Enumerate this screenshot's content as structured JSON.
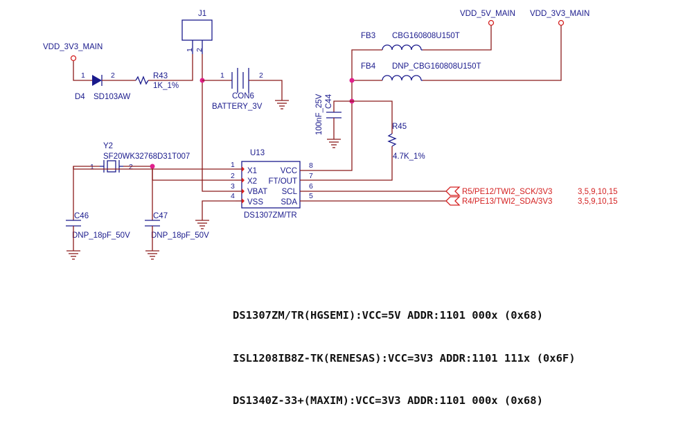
{
  "power": {
    "vdd3v3_left": "VDD_3V3_MAIN",
    "vdd5v": "VDD_5V_MAIN",
    "vdd3v3_right": "VDD_3V3_MAIN"
  },
  "d4": {
    "ref": "D4",
    "value": "SD103AW",
    "pin1": "1",
    "pin2": "2"
  },
  "r43": {
    "ref": "R43",
    "value": "1K_1%"
  },
  "j1": {
    "ref": "J1",
    "pin1": "1",
    "pin2": "2"
  },
  "con6": {
    "ref": "CON6",
    "value": "BATTERY_3V",
    "pin1": "1",
    "pin2": "2"
  },
  "fb3": {
    "ref": "FB3",
    "value": "CBG160808U150T"
  },
  "fb4": {
    "ref": "FB4",
    "value": "DNP_CBG160808U150T"
  },
  "c44": {
    "ref": "C44",
    "value": "100nF_25V"
  },
  "r45": {
    "ref": "R45",
    "value": "4.7K_1%"
  },
  "y2": {
    "ref": "Y2",
    "value": "SF20WK32768D31T007",
    "pin1": "1",
    "pin2": "2"
  },
  "u13": {
    "ref": "U13",
    "value": "DS1307ZM/TR",
    "left_pins": [
      {
        "num": "1",
        "name": "X1"
      },
      {
        "num": "2",
        "name": "X2"
      },
      {
        "num": "3",
        "name": "VBAT"
      },
      {
        "num": "4",
        "name": "VSS"
      }
    ],
    "right_pins": [
      {
        "num": "8",
        "name": "VCC"
      },
      {
        "num": "7",
        "name": "FT/OUT"
      },
      {
        "num": "6",
        "name": "SCL"
      },
      {
        "num": "5",
        "name": "SDA"
      }
    ]
  },
  "c46": {
    "ref": "C46",
    "value": "DNP_18pF_50V"
  },
  "c47": {
    "ref": "C47",
    "value": "DNP_18pF_50V"
  },
  "offpage": {
    "scl": "R5/PE12/TWI2_SCK/3V3",
    "scl_pages": "3,5,9,10,15",
    "sda": "R4/PE13/TWI2_SDA/3V3",
    "sda_pages": "3,5,9,10,15"
  },
  "notes": [
    "DS1307ZM/TR(HGSEMI):VCC=5V ADDR:1101 000x (0x68)",
    "ISL1208IB8Z-TK(RENESAS):VCC=3V3 ADDR:1101 111x (0x6F)",
    "DS1340Z-33+(MAXIM):VCC=3V3 ADDR:1101 000x (0x68)"
  ]
}
